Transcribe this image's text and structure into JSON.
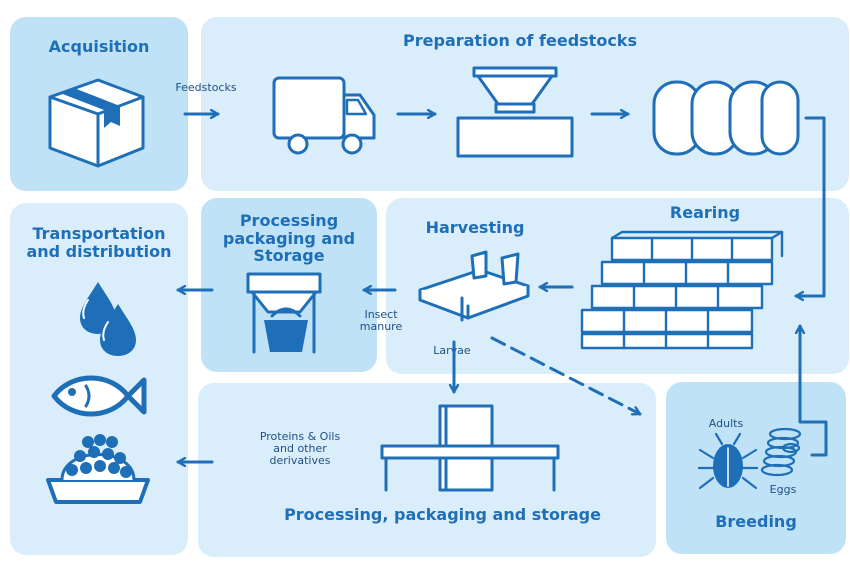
{
  "sections": {
    "acquisition": "Acquisition",
    "preparation": "Preparation of feedstocks",
    "transportation": "Transportation\nand distribution",
    "processing_small": "Processing\npackaging and\nStorage",
    "harvesting": "Harvesting",
    "rearing": "Rearing",
    "processing_big": "Processing, packaging and storage",
    "breeding": "Breeding"
  },
  "labels": {
    "feedstocks": "Feedstocks",
    "insect_manure": "Insect\nmanure",
    "larvae": "Larvae",
    "proteins": "Proteins & Oils\nand other\nderivatives",
    "adults": "Adults",
    "eggs": "Eggs"
  },
  "icons": [
    "box-icon",
    "truck-icon",
    "hopper-icon",
    "cylinders-icon",
    "bricks-icon",
    "harvester-icon",
    "bucket-bin-icon",
    "droplets-icon",
    "fish-icon",
    "pet-food-bowl-icon",
    "conveyor-icon",
    "beetle-icon",
    "eggs-icon"
  ],
  "colors": {
    "dark_panel": "#bfe2f7",
    "light_panel": "#d9eefa",
    "ink": "#1f6fb8",
    "label_ink": "#1f4f86"
  }
}
